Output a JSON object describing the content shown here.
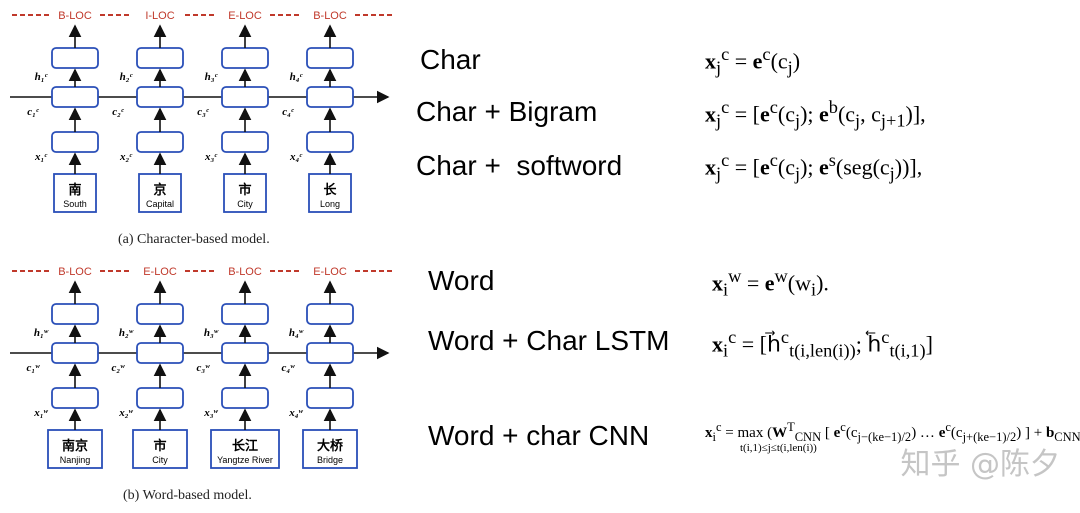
{
  "panel_a": {
    "tags": [
      "B-LOC",
      "I-LOC",
      "E-LOC",
      "B-LOC"
    ],
    "hidden": [
      "h₁ᶜ",
      "h₂ᶜ",
      "h₃ᶜ",
      "h₄ᶜ"
    ],
    "cells": [
      "c₁ᶜ",
      "c₂ᶜ",
      "c₃ᶜ",
      "c₄ᶜ"
    ],
    "inputs": [
      "x₁ᶜ",
      "x₂ᶜ",
      "x₃ᶜ",
      "x₄ᶜ"
    ],
    "tokens": [
      {
        "zh": "南",
        "en": "South"
      },
      {
        "zh": "京",
        "en": "Capital"
      },
      {
        "zh": "市",
        "en": "City"
      },
      {
        "zh": "长",
        "en": "Long"
      }
    ],
    "caption": "(a)  Character-based model."
  },
  "panel_b": {
    "tags": [
      "B-LOC",
      "E-LOC",
      "B-LOC",
      "E-LOC"
    ],
    "hidden": [
      "h₁ʷ",
      "h₂ʷ",
      "h₃ʷ",
      "h₄ʷ"
    ],
    "cells": [
      "c₁ʷ",
      "c₂ʷ",
      "c₃ʷ",
      "c₄ʷ"
    ],
    "inputs": [
      "x₁ʷ",
      "x₂ʷ",
      "x₃ʷ",
      "x₄ʷ"
    ],
    "tokens": [
      {
        "zh": "南京",
        "en": "Nanjing"
      },
      {
        "zh": "市",
        "en": "City"
      },
      {
        "zh": "长江",
        "en": "Yangtze River"
      },
      {
        "zh": "大桥",
        "en": "Bridge"
      }
    ],
    "caption": "(b)  Word-based model."
  },
  "rows": [
    {
      "label": "Char",
      "formula": "x<sub>j</sub><sup>c</sup> = e<sup>c</sup>(c<sub>j</sub>)"
    },
    {
      "label": "Char + Bigram",
      "formula": "x<sub>j</sub><sup>c</sup> = [e<sup>c</sup>(c<sub>j</sub>); e<sup>b</sup>(c<sub>j</sub>, c<sub>j+1</sub>)],"
    },
    {
      "label": "Char +  softword",
      "formula": "x<sub>j</sub><sup>c</sup> = [e<sup>c</sup>(c<sub>j</sub>); e<sup>s</sup>(seg(c<sub>j</sub>))],"
    },
    {
      "label": "Word",
      "formula": "x<sub>i</sub><sup>w</sup> = e<sup>w</sup>(w<sub>i</sub>)."
    },
    {
      "label": "Word + Char LSTM",
      "formula": "x<sub>i</sub><sup>c</sup> = [h⃗<sup>c</sup><sub>t(i,len(i))</sub>; h⃖<sup>c</sup><sub>t(i,1)</sub>]"
    },
    {
      "label": "Word + char CNN",
      "formula": "x<sub>i</sub><sup>c</sup> = max (W<sup>T</sup><sub>CNN</sub> [ e<sup>c</sup>(c<sub>j−(ke−1)/2</sub>) … e<sup>c</sup>(c<sub>j+(ke−1)/2</sub>) ] + b<sub>CNN</sub>),"
    }
  ],
  "cnn_sub": "t(i,1)≤j≤t(i,len(i))",
  "watermark": "知乎 @陈夕",
  "colors": {
    "box_stroke": "#2a4fb8",
    "tag": "#c0392b",
    "arrow": "#111111"
  }
}
